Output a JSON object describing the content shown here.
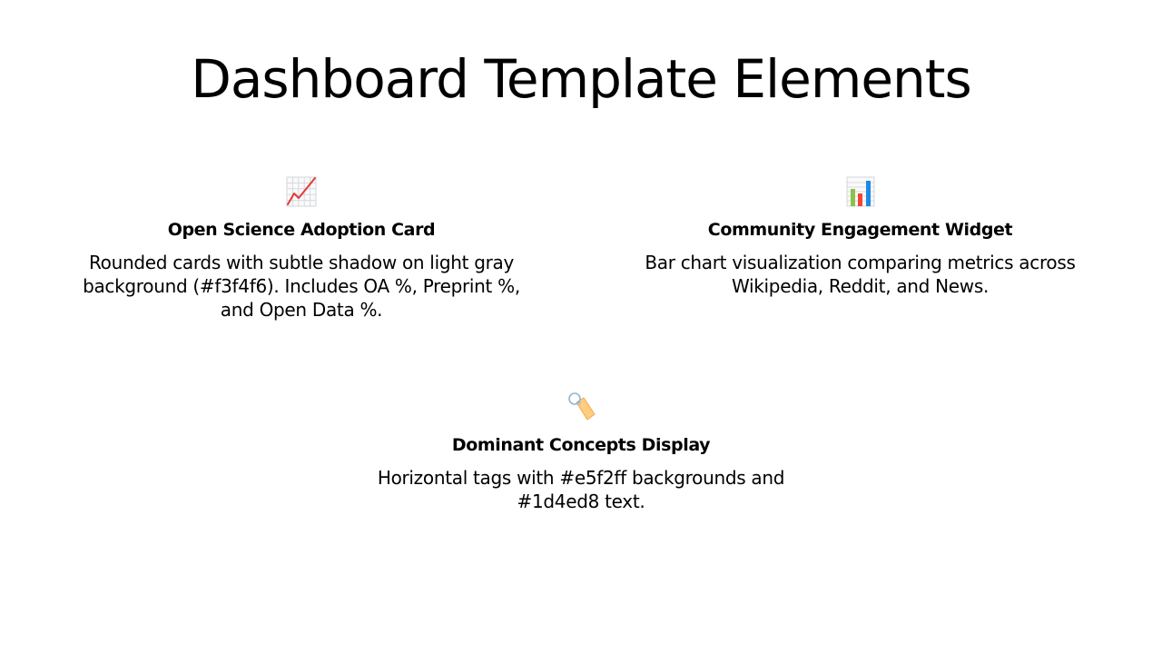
{
  "title": "Dashboard Template Elements",
  "features": [
    {
      "icon": "chart-increasing-icon",
      "heading": "Open Science Adoption Card",
      "description": "Rounded cards with subtle shadow on light gray background (#f3f4f6). Includes OA %, Preprint %, and Open Data %."
    },
    {
      "icon": "bar-chart-icon",
      "heading": "Community Engagement Widget",
      "description": "Bar chart visualization comparing metrics across Wikipedia, Reddit, and News."
    },
    {
      "icon": "label-tag-icon",
      "heading": "Dominant Concepts Display",
      "description": "Horizontal tags with #e5f2ff backgrounds and #1d4ed8 text."
    }
  ],
  "colors": {
    "card_background": "#f3f4f6",
    "tag_background": "#e5f2ff",
    "tag_text": "#1d4ed8"
  }
}
